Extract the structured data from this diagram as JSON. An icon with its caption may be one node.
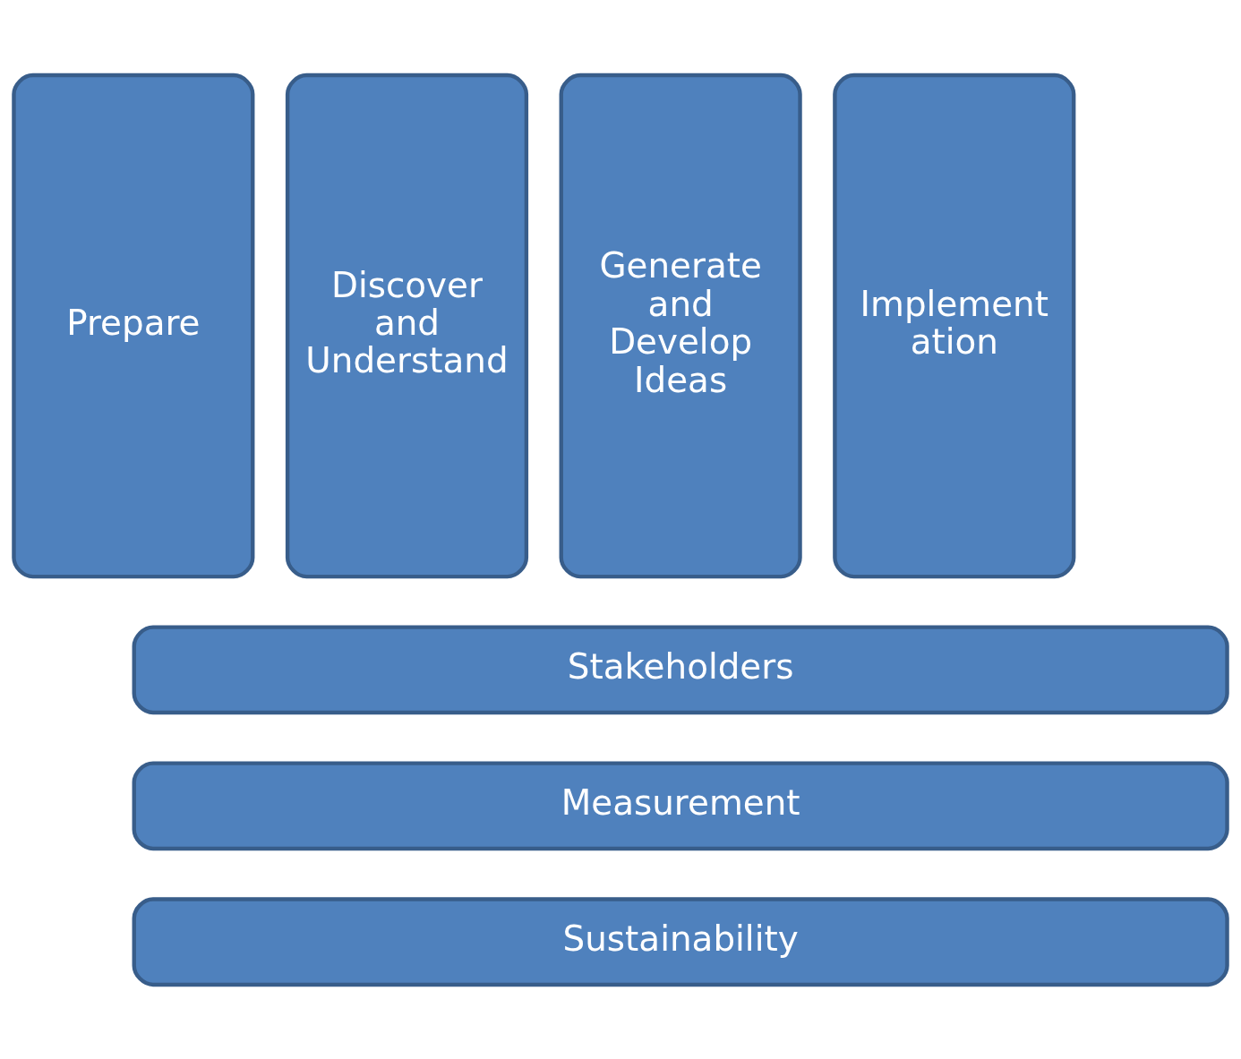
{
  "diagram": {
    "nodes": [
      {
        "text": [
          "Prepare"
        ]
      },
      {
        "text": [
          "Discover and Understand"
        ]
      },
      {
        "text": [
          "Generate and Develop Ideas"
        ]
      },
      {
        "text": [
          "Implement ation"
        ]
      },
      {
        "text": [
          "Stakeholders"
        ]
      },
      {
        "text": [
          "Measurement"
        ]
      },
      {
        "text": [
          "Sustainability"
        ]
      }
    ]
  }
}
